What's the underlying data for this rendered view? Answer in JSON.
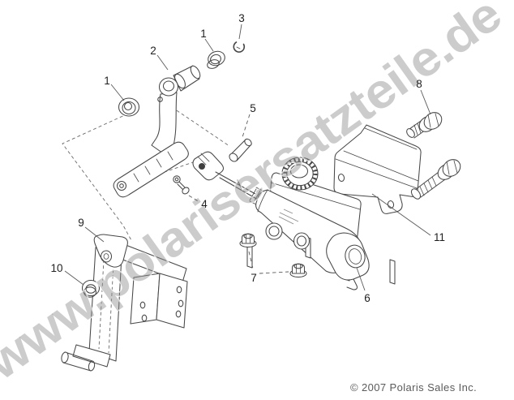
{
  "diagram": {
    "watermark": "www.polarisersatzteile.de",
    "copyright": "© 2007 Polaris Sales Inc.",
    "callouts": [
      {
        "label": "1"
      },
      {
        "label": "2"
      },
      {
        "label": "1"
      },
      {
        "label": "3"
      },
      {
        "label": "5"
      },
      {
        "label": "8"
      },
      {
        "label": "4"
      },
      {
        "label": "9"
      },
      {
        "label": "10"
      },
      {
        "label": "7"
      },
      {
        "label": "6"
      },
      {
        "label": "11"
      }
    ]
  }
}
